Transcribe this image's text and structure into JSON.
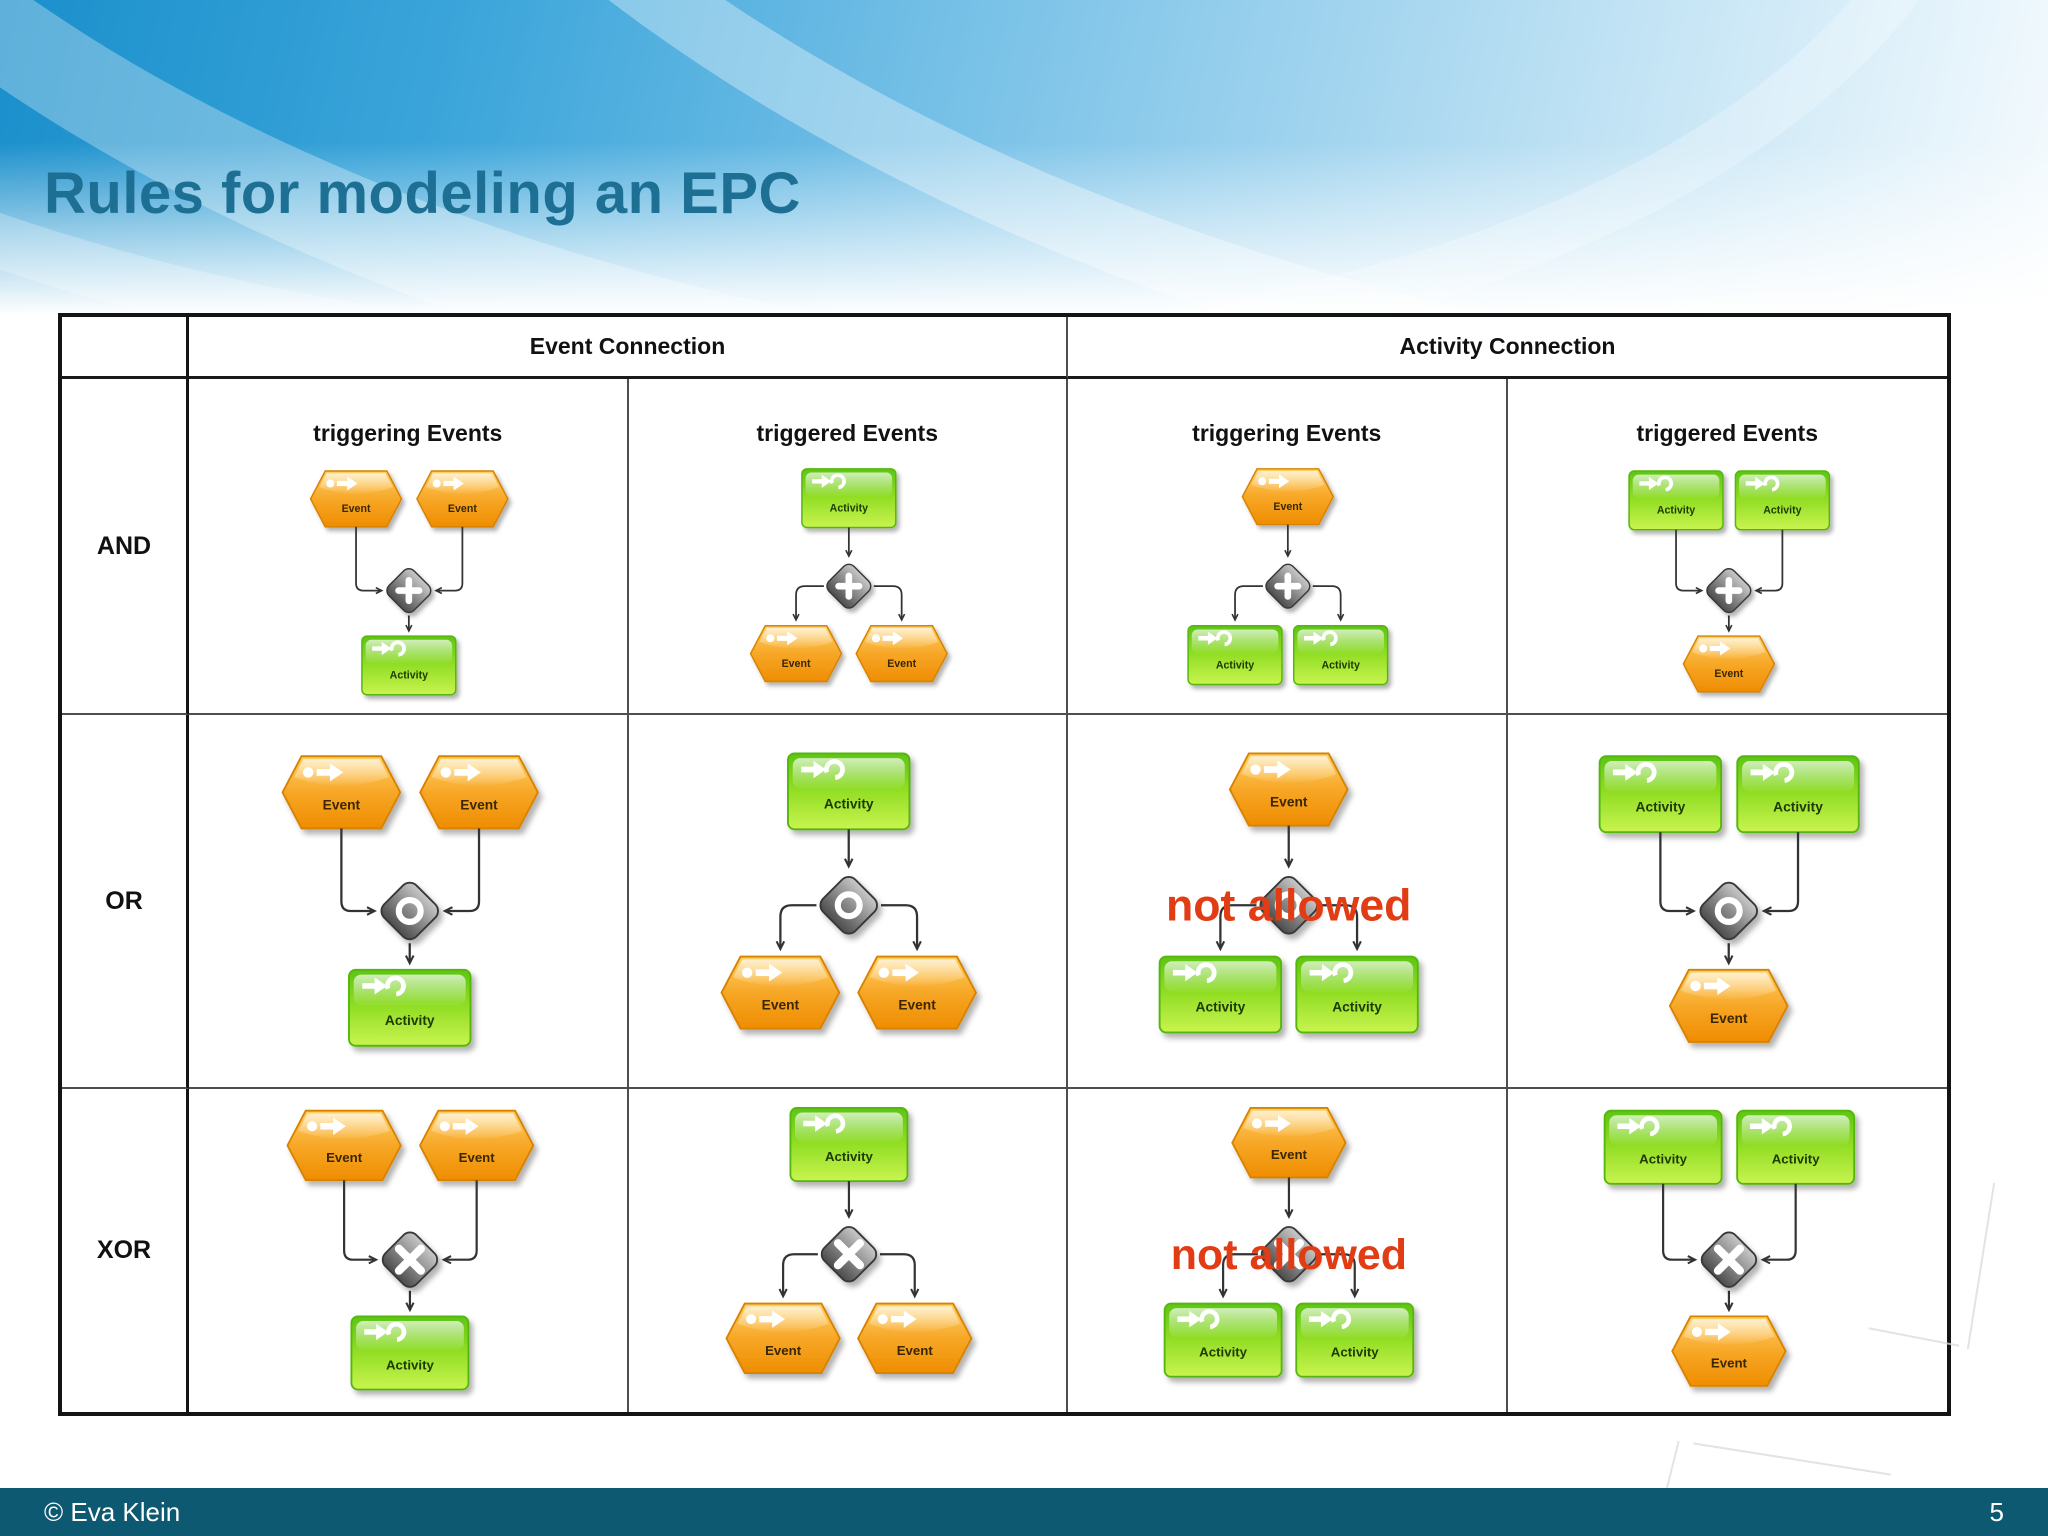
{
  "slide": {
    "title": "Rules for modeling an EPC",
    "footer": {
      "copyright": "© Eva Klein",
      "page_number": "5"
    }
  },
  "table": {
    "group_headers": [
      "Event Connection",
      "Activity Connection"
    ],
    "column_headers": [
      "triggering Events",
      "triggered Events",
      "triggering Events",
      "triggered Events"
    ],
    "row_headers": [
      "AND",
      "OR",
      "XOR"
    ],
    "labels": {
      "event": "Event",
      "activity": "Activity",
      "not_allowed": "not allowed"
    },
    "cells": [
      {
        "row": "AND",
        "group": "Event Connection",
        "column": "triggering Events",
        "operator": "AND",
        "pattern": "join",
        "top_shapes": [
          "event",
          "event"
        ],
        "bottom_shapes": [
          "activity"
        ],
        "allowed": true
      },
      {
        "row": "AND",
        "group": "Event Connection",
        "column": "triggered Events",
        "operator": "AND",
        "pattern": "split",
        "top_shapes": [
          "activity"
        ],
        "bottom_shapes": [
          "event",
          "event"
        ],
        "allowed": true
      },
      {
        "row": "AND",
        "group": "Activity Connection",
        "column": "triggering Events",
        "operator": "AND",
        "pattern": "split",
        "top_shapes": [
          "event"
        ],
        "bottom_shapes": [
          "activity",
          "activity"
        ],
        "allowed": true
      },
      {
        "row": "AND",
        "group": "Activity Connection",
        "column": "triggered Events",
        "operator": "AND",
        "pattern": "join",
        "top_shapes": [
          "activity",
          "activity"
        ],
        "bottom_shapes": [
          "event"
        ],
        "allowed": true
      },
      {
        "row": "OR",
        "group": "Event Connection",
        "column": "triggering Events",
        "operator": "OR",
        "pattern": "join",
        "top_shapes": [
          "event",
          "event"
        ],
        "bottom_shapes": [
          "activity"
        ],
        "allowed": true
      },
      {
        "row": "OR",
        "group": "Event Connection",
        "column": "triggered Events",
        "operator": "OR",
        "pattern": "split",
        "top_shapes": [
          "activity"
        ],
        "bottom_shapes": [
          "event",
          "event"
        ],
        "allowed": true
      },
      {
        "row": "OR",
        "group": "Activity Connection",
        "column": "triggering Events",
        "operator": "OR",
        "pattern": "split",
        "top_shapes": [
          "event"
        ],
        "bottom_shapes": [
          "activity",
          "activity"
        ],
        "allowed": false
      },
      {
        "row": "OR",
        "group": "Activity Connection",
        "column": "triggered Events",
        "operator": "OR",
        "pattern": "join",
        "top_shapes": [
          "activity",
          "activity"
        ],
        "bottom_shapes": [
          "event"
        ],
        "allowed": true
      },
      {
        "row": "XOR",
        "group": "Event Connection",
        "column": "triggering Events",
        "operator": "XOR",
        "pattern": "join",
        "top_shapes": [
          "event",
          "event"
        ],
        "bottom_shapes": [
          "activity"
        ],
        "allowed": true
      },
      {
        "row": "XOR",
        "group": "Event Connection",
        "column": "triggered Events",
        "operator": "XOR",
        "pattern": "split",
        "top_shapes": [
          "activity"
        ],
        "bottom_shapes": [
          "event",
          "event"
        ],
        "allowed": true
      },
      {
        "row": "XOR",
        "group": "Activity Connection",
        "column": "triggering Events",
        "operator": "XOR",
        "pattern": "split",
        "top_shapes": [
          "event"
        ],
        "bottom_shapes": [
          "activity",
          "activity"
        ],
        "allowed": false
      },
      {
        "row": "XOR",
        "group": "Activity Connection",
        "column": "triggered Events",
        "operator": "XOR",
        "pattern": "join",
        "top_shapes": [
          "activity",
          "activity"
        ],
        "bottom_shapes": [
          "event"
        ],
        "allowed": true
      }
    ]
  },
  "colors": {
    "title": "#1d7093",
    "footer_bar": "#0d5972",
    "not_allowed": "#e23c14",
    "line": "#333333",
    "event_top": "#ffd167",
    "event_mid": "#f7a727",
    "event_bottom": "#ef8d00",
    "event_stroke": "#d88200",
    "event_text": "#3a2800",
    "activity_top": "#5ec513",
    "activity_mid": "#8edc22",
    "activity_bottom": "#c9f44f",
    "activity_stroke": "#54b60d",
    "activity_text": "#1d3a00",
    "diamond_stroke": "#383838"
  }
}
